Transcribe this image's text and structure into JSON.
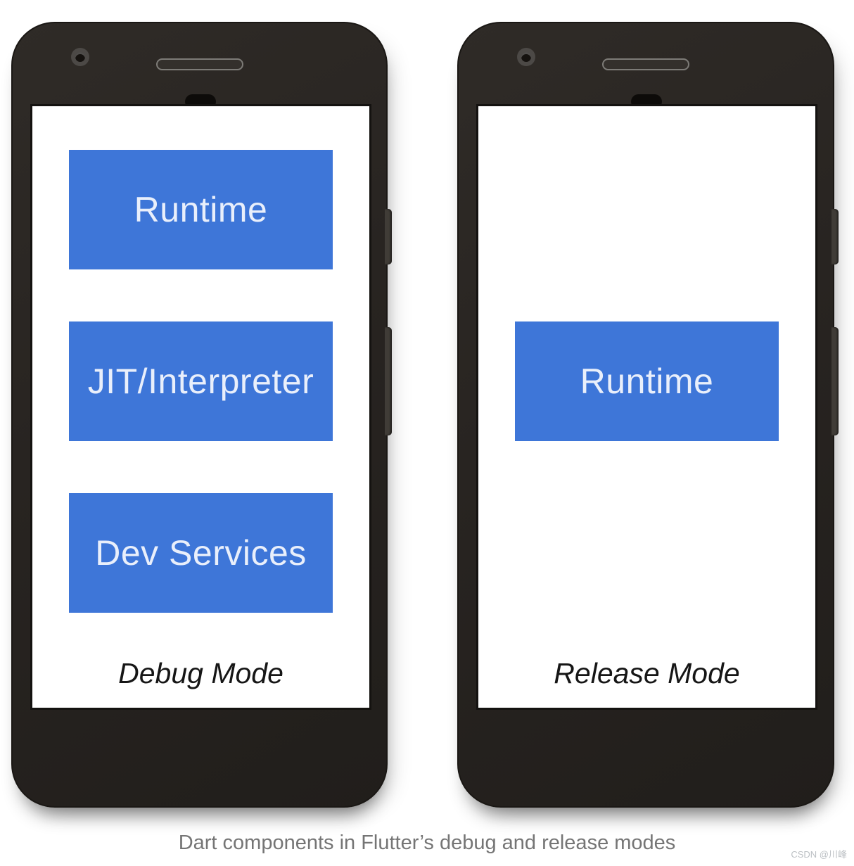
{
  "page": {
    "caption": "Dart components in Flutter’s debug and release modes",
    "watermark": "CSDN @川峰"
  },
  "colors": {
    "box_blue": "#3e76d8",
    "phone_body": "#282421",
    "caption_gray": "#757575"
  },
  "phones": [
    {
      "name": "debug",
      "mode_label": "Debug Mode",
      "boxes": [
        {
          "label": "Runtime"
        },
        {
          "label": "JIT/Interpreter"
        },
        {
          "label": "Dev Services"
        }
      ]
    },
    {
      "name": "release",
      "mode_label": "Release Mode",
      "boxes": [
        {
          "label": "Runtime"
        }
      ]
    }
  ]
}
